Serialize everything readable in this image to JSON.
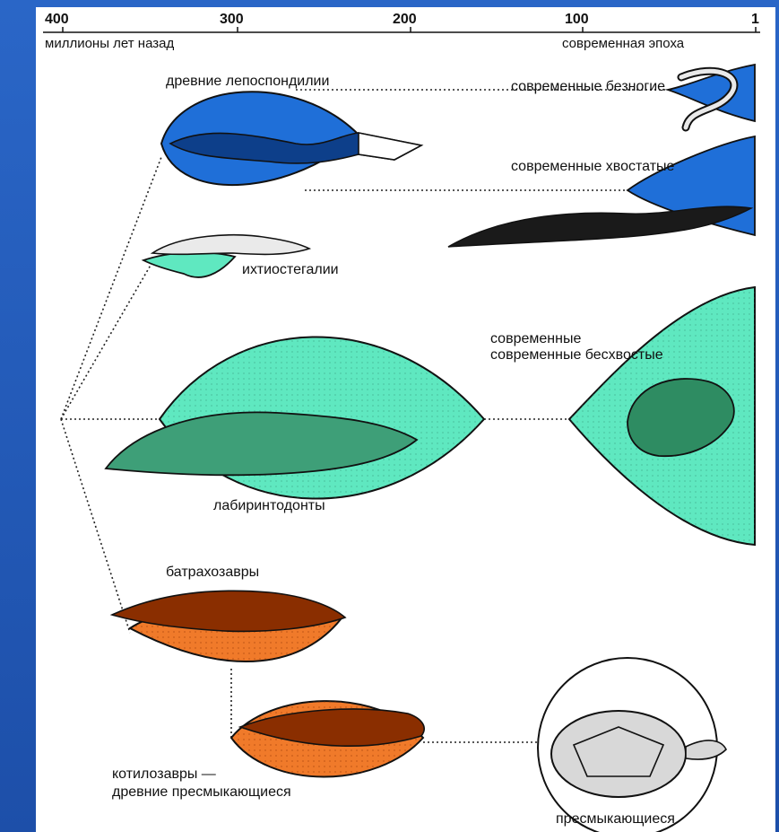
{
  "timeline": {
    "ticks": [
      "400",
      "300",
      "200",
      "100",
      "1"
    ],
    "left_caption": "миллионы лет назад",
    "right_caption": "современная эпоха"
  },
  "groups": {
    "lepospondyli": "древние лепоспондилии",
    "caecilians": "современные безногие",
    "caudata": "современные хвостатые",
    "ichthyostegalia": "ихтиостегалии",
    "anura": "современные бесхвостые",
    "labyrinthodonts": "лабиринтодонты",
    "batrachosaurs": "батрахозавры",
    "cotylosaurs_1": "котилозавры —",
    "cotylosaurs_2": "древние пресмыкающиеся",
    "reptiles": "пресмыкающиеся"
  },
  "colors": {
    "blue": "#1f6fd8",
    "teal": "#5fe8c0",
    "orange": "#f07a2a",
    "ink": "#111111",
    "frame": "#1f56b4"
  }
}
